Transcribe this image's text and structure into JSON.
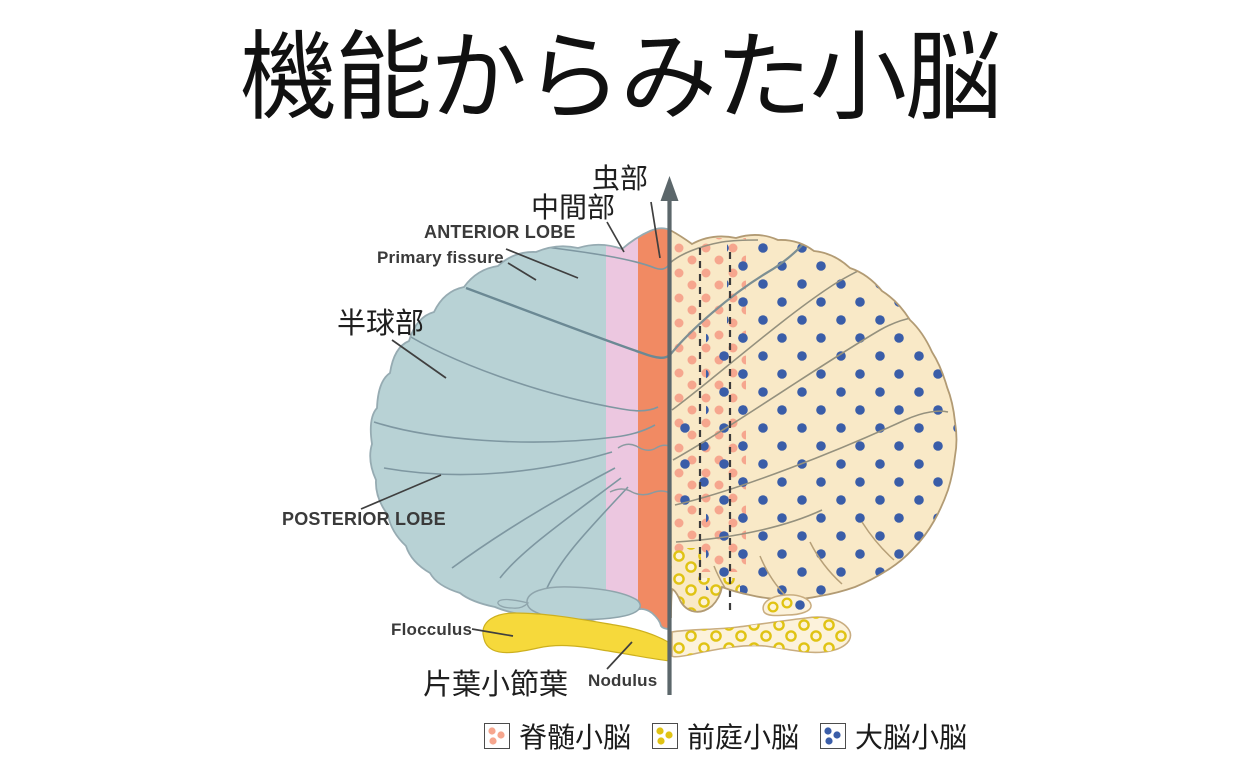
{
  "title": "機能からみた小脳",
  "diagram": {
    "labels": {
      "vermis": "虫部",
      "intermediate": "中間部",
      "anterior_lobe": "ANTERIOR LOBE",
      "primary_fissure": "Primary fissure",
      "hemisphere": "半球部",
      "posterior_lobe": "POSTERIOR LOBE",
      "flocculus": "Flocculus",
      "flocculonodular_lobe": "片葉小節葉",
      "nodulus": "Nodulus"
    },
    "colors": {
      "hemisphere_fill": "#b8d2d5",
      "intermediate_zone": "#ecc7e0",
      "vermis_zone": "#f18a63",
      "right_body_fill": "#f9e9c7",
      "flocculus_fill": "#f6d93b",
      "flocculus_right_fill": "#fcf2db",
      "spinocerebellum_dot": "#f6a68e",
      "vestibulocerebellum_dot": "#e0c314",
      "cerebrocerebellum_dot": "#3a5da8",
      "midline": "#5c676b"
    }
  },
  "legend": {
    "items": [
      {
        "label": "脊髄小脳",
        "dot_color": "#f6a68e"
      },
      {
        "label": "前庭小脳",
        "dot_color": "#e0c314"
      },
      {
        "label": "大脳小脳",
        "dot_color": "#3a5da8"
      }
    ]
  }
}
